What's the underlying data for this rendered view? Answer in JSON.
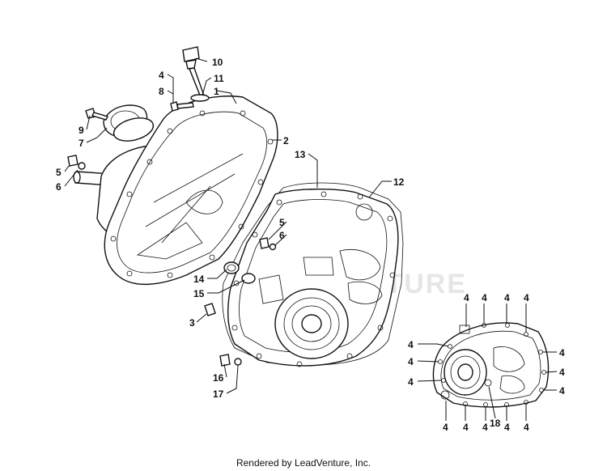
{
  "callouts": [
    {
      "id": "c10",
      "label": "10"
    },
    {
      "id": "c4a",
      "label": "4"
    },
    {
      "id": "c11",
      "label": "11"
    },
    {
      "id": "c8",
      "label": "8"
    },
    {
      "id": "c1",
      "label": "1"
    },
    {
      "id": "c9",
      "label": "9"
    },
    {
      "id": "c7",
      "label": "7"
    },
    {
      "id": "c2",
      "label": "2"
    },
    {
      "id": "c13",
      "label": "13"
    },
    {
      "id": "c5a",
      "label": "5"
    },
    {
      "id": "c6a",
      "label": "6"
    },
    {
      "id": "c12",
      "label": "12"
    },
    {
      "id": "c5b",
      "label": "5"
    },
    {
      "id": "c6b",
      "label": "6"
    },
    {
      "id": "c14",
      "label": "14"
    },
    {
      "id": "c15",
      "label": "15"
    },
    {
      "id": "c3",
      "label": "3"
    },
    {
      "id": "c16",
      "label": "16"
    },
    {
      "id": "c17",
      "label": "17"
    },
    {
      "id": "c18",
      "label": "18"
    },
    {
      "id": "i1",
      "label": "4"
    },
    {
      "id": "i2",
      "label": "4"
    },
    {
      "id": "i3",
      "label": "4"
    },
    {
      "id": "i4",
      "label": "4"
    },
    {
      "id": "i5",
      "label": "4"
    },
    {
      "id": "i6",
      "label": "4"
    },
    {
      "id": "i7",
      "label": "4"
    },
    {
      "id": "i8",
      "label": "4"
    },
    {
      "id": "i9",
      "label": "4"
    },
    {
      "id": "i10",
      "label": "4"
    },
    {
      "id": "i11",
      "label": "4"
    },
    {
      "id": "i12",
      "label": "4"
    },
    {
      "id": "i13",
      "label": "4"
    },
    {
      "id": "i14",
      "label": "4"
    },
    {
      "id": "i15",
      "label": "4"
    }
  ],
  "watermark": "LEADVENTURE",
  "footer": "Rendered by LeadVenture, Inc."
}
